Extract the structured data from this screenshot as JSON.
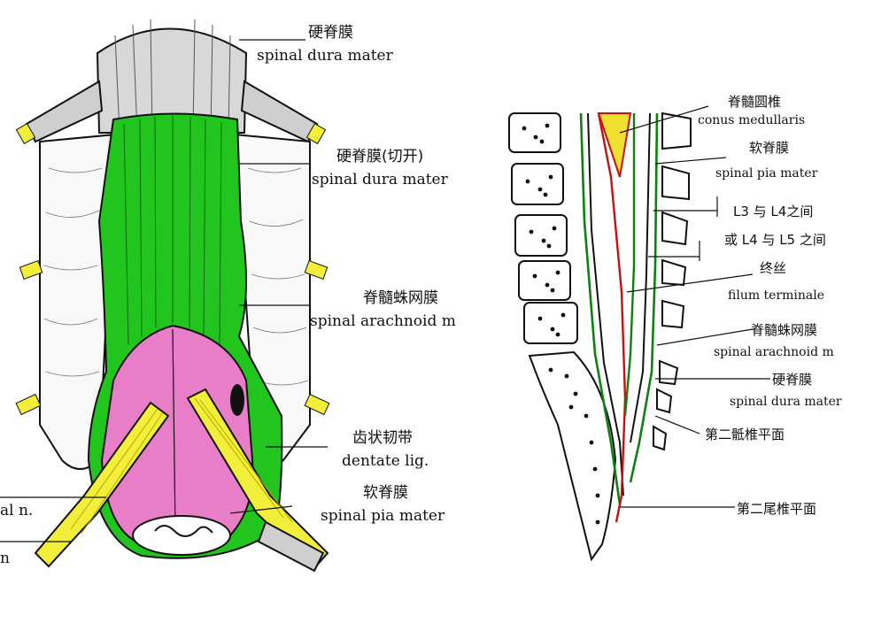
{
  "colors": {
    "dura": "#d8d8d8",
    "arachnoid": "#22c41e",
    "pia": "#e87ec8",
    "nerve_root": "#f2ee3a",
    "conus": "#f0e030",
    "pia_line": "#c81010",
    "dura_line": "#108010"
  },
  "left_labels": {
    "dura_zh": "硬脊膜",
    "dura_en": "spinal dura mater",
    "dura_cut_zh": "硬脊膜(切开)",
    "dura_cut_en": "spinal dura mater",
    "arachnoid_zh": "脊髓蛛网膜",
    "arachnoid_en": "spinal arachnoid m",
    "dentate_zh": "齿状韧带",
    "dentate_en": "dentate lig.",
    "pia_zh": "软脊膜",
    "pia_en": "spinal pia mater",
    "edge_1": "al n.",
    "edge_2": "n"
  },
  "right_labels": {
    "conus_zh": "脊髓圆椎",
    "conus_en": "conus medullaris",
    "pia_zh": "软脊膜",
    "pia_en": "spinal pia mater",
    "l3l4": "L3 与 L4之间",
    "l4l5": "或 L4 与 L5 之间",
    "filum_zh": "终丝",
    "filum_en": "filum terminale",
    "arachnoid_zh": "脊髓蛛网膜",
    "arachnoid_en": "spinal arachnoid m",
    "dura_zh": "硬脊膜",
    "dura_en": "spinal dura mater",
    "s2_level": "第二骶椎平面",
    "co2_level": "第二尾椎平面"
  }
}
